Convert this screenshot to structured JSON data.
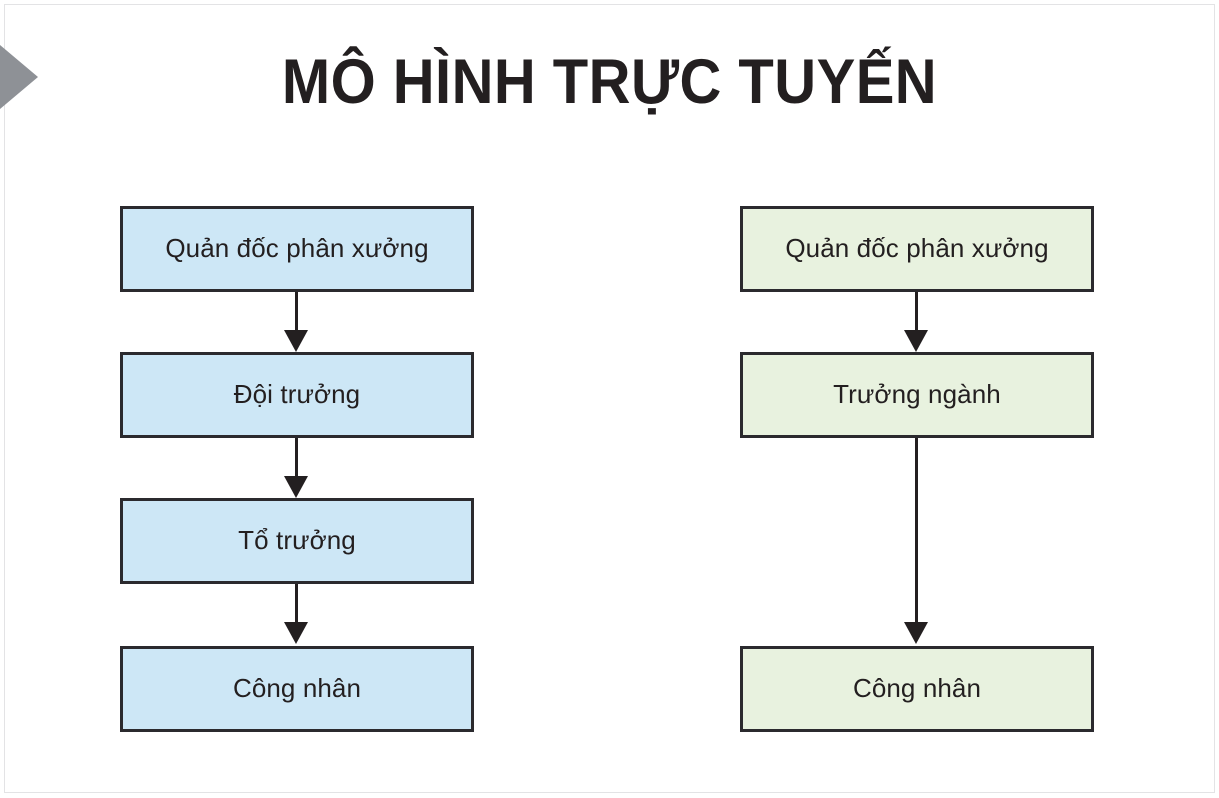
{
  "slide": {
    "title": "MÔ HÌNH TRỰC TUYẾN",
    "background_color": "#ffffff",
    "frame_color": "#e3e3e5",
    "edge_marker_color": "#8e9196",
    "text_color": "#231f20",
    "border_color": "#2b2a2e"
  },
  "columns": [
    {
      "id": "left-chain",
      "fill_color": "#cde7f6",
      "nodes": [
        {
          "label": "Quản đốc phân xưởng"
        },
        {
          "label": "Đội trưởng"
        },
        {
          "label": "Tổ trưởng"
        },
        {
          "label": "Công nhân"
        }
      ]
    },
    {
      "id": "right-chain",
      "fill_color": "#e8f2df",
      "nodes": [
        {
          "label": "Quản đốc phân xưởng"
        },
        {
          "label": "Trưởng ngành"
        },
        {
          "label": "Công nhân"
        }
      ]
    }
  ]
}
